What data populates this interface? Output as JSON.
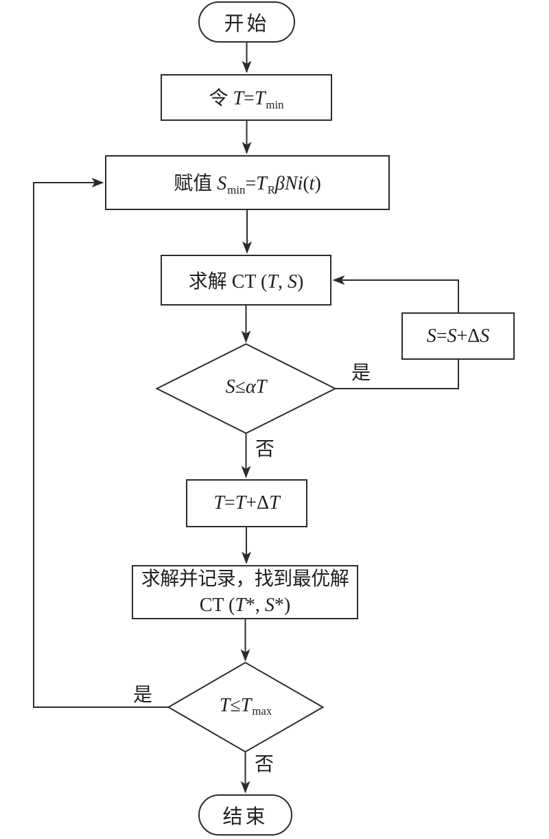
{
  "nodes": {
    "start": {
      "label": "开始"
    },
    "init_t": {
      "parts": [
        {
          "text": "令 "
        },
        {
          "text": "T"
        },
        {
          "text": "="
        },
        {
          "text": "T"
        },
        {
          "text": "min"
        }
      ]
    },
    "assign_s": {
      "parts": [
        {
          "text": "赋值 "
        },
        {
          "text": "S"
        },
        {
          "text": "min"
        },
        {
          "text": "="
        },
        {
          "text": "T"
        },
        {
          "text": "R"
        },
        {
          "text": "βNi"
        },
        {
          "text": "("
        },
        {
          "text": "t"
        },
        {
          "text": ")"
        }
      ]
    },
    "solve_ct": {
      "parts": [
        {
          "text": "求解 "
        },
        {
          "text": "CT ("
        },
        {
          "text": "T"
        },
        {
          "text": ", "
        },
        {
          "text": "S"
        },
        {
          "text": ")"
        }
      ]
    },
    "s_increment": {
      "parts": [
        {
          "text": "S"
        },
        {
          "text": "="
        },
        {
          "text": "S"
        },
        {
          "text": "+Δ"
        },
        {
          "text": "S"
        }
      ]
    },
    "s_condition": {
      "parts": [
        {
          "text": "S"
        },
        {
          "text": "≤"
        },
        {
          "text": "αT"
        }
      ]
    },
    "t_increment": {
      "parts": [
        {
          "text": "T"
        },
        {
          "text": "="
        },
        {
          "text": "T"
        },
        {
          "text": "+Δ"
        },
        {
          "text": "T"
        }
      ]
    },
    "record_best": {
      "line1": "求解并记录，找到最优解",
      "line2_parts": [
        {
          "text": "CT ("
        },
        {
          "text": "T"
        },
        {
          "text": "*, "
        },
        {
          "text": "S"
        },
        {
          "text": "*)"
        }
      ]
    },
    "t_condition": {
      "parts": [
        {
          "text": "T"
        },
        {
          "text": "≤"
        },
        {
          "text": "T"
        },
        {
          "text": "max"
        }
      ]
    },
    "end": {
      "label": "结束"
    }
  },
  "edge_labels": {
    "yes1": "是",
    "no1": "否",
    "yes2": "是",
    "no2": "否"
  },
  "colors": {
    "stroke": "#2b2b2b",
    "text": "#1f1f1f",
    "node_fill": "#ffffff",
    "background": "#ffffff"
  }
}
